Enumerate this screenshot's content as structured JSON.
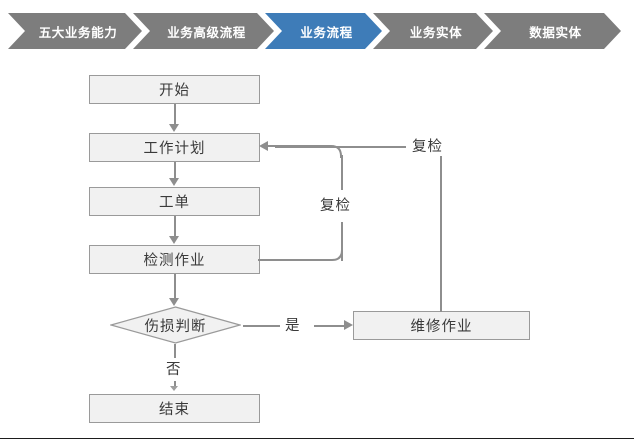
{
  "breadcrumb": {
    "items": [
      {
        "label": "五大业务能力",
        "active": false
      },
      {
        "label": "业务高级流程",
        "active": false
      },
      {
        "label": "业务流程",
        "active": true
      },
      {
        "label": "业务实体",
        "active": false
      },
      {
        "label": "数据实体",
        "active": false
      }
    ],
    "active_color": "#3e7cb8",
    "inactive_color": "#7d7d7d",
    "text_color": "#ffffff"
  },
  "flowchart": {
    "node_fill": "#f1f1f1",
    "node_border": "#9a9a9a",
    "connector_color": "#8e8e8e",
    "nodes": {
      "start": {
        "label": "开始"
      },
      "work_plan": {
        "label": "工作计划"
      },
      "work_order": {
        "label": "工单"
      },
      "inspection": {
        "label": "检测作业"
      },
      "decision": {
        "label": "伤损判断"
      },
      "repair": {
        "label": "维修作业"
      },
      "end": {
        "label": "结束"
      }
    },
    "edge_labels": {
      "yes": "是",
      "no": "否",
      "recheck_inner": "复检",
      "recheck_outer": "复检"
    }
  }
}
